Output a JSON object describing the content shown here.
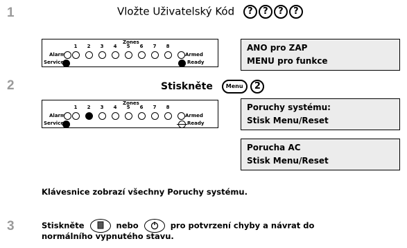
{
  "steps": [
    {
      "number": "1",
      "text": "Vložte Uživatelský Kód",
      "keys": [
        "?",
        "?",
        "?",
        "?"
      ]
    },
    {
      "number": "2",
      "text": "Stiskněte",
      "key_menu": "Menu",
      "key_2": "2"
    },
    {
      "number": "3",
      "line1_a": "Stiskněte",
      "line1_b": "nebo",
      "line1_c": "pro potvrzení chyby a návrat do",
      "line2": "normálního vypnutého stavu."
    }
  ],
  "keypad": {
    "zones_label": "Zones",
    "alarm_label": "Alarm",
    "service_label": "Service",
    "armed_label": "Armed",
    "ready_label": "Ready",
    "zone_numbers": [
      "1",
      "2",
      "3",
      "4",
      "5",
      "6",
      "7",
      "8"
    ],
    "panel2_lit_zone": "2"
  },
  "lcd": {
    "screen1": [
      "ANO pro ZAP",
      "MENU pro funkce"
    ],
    "screen2": [
      "Poruchy systému:",
      "Stisk Menu/Reset"
    ],
    "screen3": [
      "Porucha AC",
      "Stisk Menu/Reset"
    ]
  },
  "note": "Klávesnice zobrazí všechny Poruchy systému.",
  "icons": [
    "keypad-key-icon",
    "reset-circle-icon"
  ]
}
